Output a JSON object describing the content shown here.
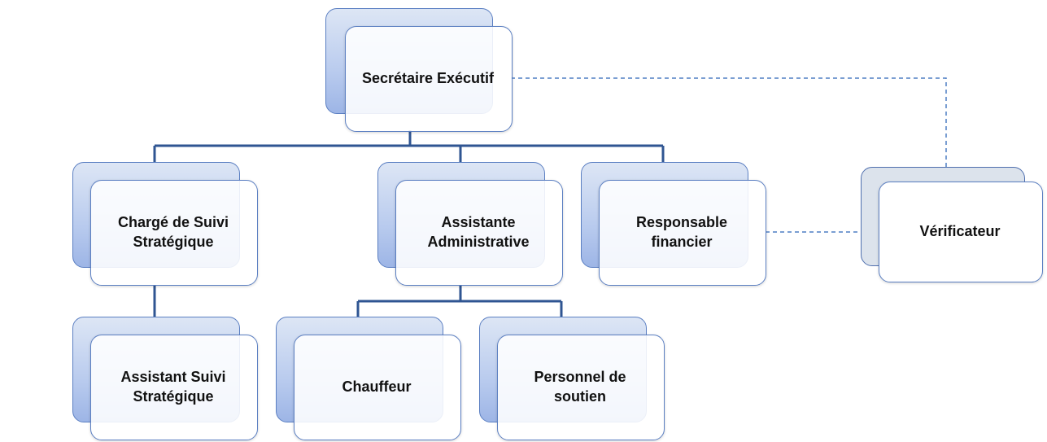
{
  "org_chart": {
    "secretaire": "Secrétaire Exécutif",
    "charge_suivi": "Chargé de Suivi\nStratégique",
    "assistante_admin": "Assistante\nAdministrative",
    "responsable_financier": "Responsable\nfinancier",
    "verificateur": "Vérificateur",
    "assistant_suivi": "Assistant Suivi\nStratégique",
    "chauffeur": "Chauffeur",
    "personnel_soutien": "Personnel de\nsoutien"
  },
  "colors": {
    "connector": "#2f5592",
    "dotted": "#4f7fc4",
    "card_border": "#5b7fc2"
  }
}
